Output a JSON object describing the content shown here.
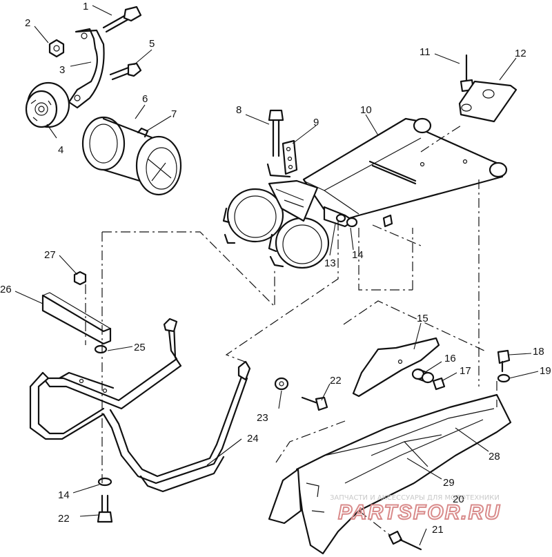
{
  "callouts": [
    {
      "id": "1",
      "label": "1"
    },
    {
      "id": "2",
      "label": "2"
    },
    {
      "id": "3",
      "label": "3"
    },
    {
      "id": "4",
      "label": "4"
    },
    {
      "id": "5",
      "label": "5"
    },
    {
      "id": "6",
      "label": "6"
    },
    {
      "id": "7",
      "label": "7"
    },
    {
      "id": "8",
      "label": "8"
    },
    {
      "id": "9",
      "label": "9"
    },
    {
      "id": "10",
      "label": "10"
    },
    {
      "id": "11",
      "label": "11"
    },
    {
      "id": "12",
      "label": "12"
    },
    {
      "id": "13",
      "label": "13"
    },
    {
      "id": "14a",
      "label": "14"
    },
    {
      "id": "15",
      "label": "15"
    },
    {
      "id": "16",
      "label": "16"
    },
    {
      "id": "17",
      "label": "17"
    },
    {
      "id": "18",
      "label": "18"
    },
    {
      "id": "19",
      "label": "19"
    },
    {
      "id": "20",
      "label": "20"
    },
    {
      "id": "21",
      "label": "21"
    },
    {
      "id": "22a",
      "label": "22"
    },
    {
      "id": "23",
      "label": "23"
    },
    {
      "id": "24",
      "label": "24"
    },
    {
      "id": "25",
      "label": "25"
    },
    {
      "id": "26",
      "label": "26"
    },
    {
      "id": "27",
      "label": "27"
    },
    {
      "id": "28",
      "label": "28"
    },
    {
      "id": "29",
      "label": "29"
    },
    {
      "id": "14b",
      "label": "14"
    },
    {
      "id": "22b",
      "label": "22"
    }
  ],
  "watermark": {
    "caption": "ЗАПЧАСТИ И АКСЕССУАРЫ ДЛЯ МОТОТЕХНИКИ",
    "brand": "PARTSFOR.RU"
  }
}
